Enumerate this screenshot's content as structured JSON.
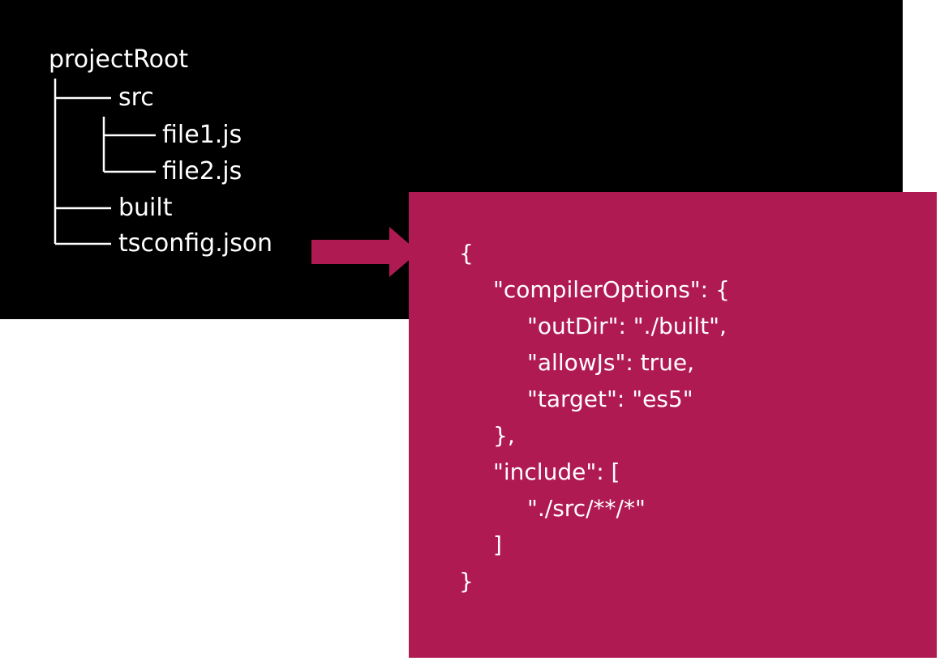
{
  "tree": {
    "root": "projectRoot",
    "src": "src",
    "file1": "file1.js",
    "file2": "file2.js",
    "built": "built",
    "tsconfig": "tsconfig.json"
  },
  "colors": {
    "tree_background": "#000000",
    "json_background": "#b01a53",
    "arrow": "#b01a53",
    "text": "#ffffff"
  },
  "json_code": [
    "{",
    "\"compilerOptions\": {",
    "\"outDir\": \"./built\",",
    "\"allowJs\": true,",
    "\"target\": \"es5\"",
    "},",
    "\"include\": [",
    "\"./src/**/*\"",
    "]",
    "}"
  ]
}
